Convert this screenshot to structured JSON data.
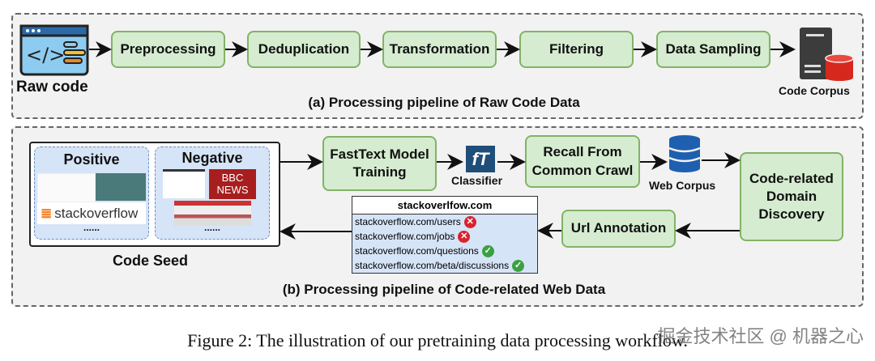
{
  "panel_a": {
    "caption": "(a) Processing pipeline of Raw Code Data",
    "source_label": "Raw code",
    "source_icon": "code-window-icon",
    "steps": [
      "Preprocessing",
      "Deduplication",
      "Transformation",
      "Filtering",
      "Data Sampling"
    ],
    "output_label": "Code Corpus",
    "output_icon": "server-database-icon"
  },
  "panel_b": {
    "caption": "(b) Processing pipeline of Code-related Web Data",
    "code_seed": {
      "label": "Code Seed",
      "positive": {
        "title": "Positive",
        "logo_text": "stackoverflow",
        "ellipsis": "......"
      },
      "negative": {
        "title": "Negative",
        "logo_text": "BBC NEWS",
        "ellipsis": "......"
      }
    },
    "fasttext": "FastText Model Training",
    "classifier": {
      "label": "Classifier",
      "icon": "fasttext-logo-icon"
    },
    "recall": "Recall From Common Crawl",
    "web_corpus": {
      "label": "Web Corpus",
      "icon": "database-icon"
    },
    "domain_discovery": "Code-related Domain Discovery",
    "url_annotation": "Url Annotation",
    "url_table": {
      "title": "stackoverlfow.com",
      "rows": [
        {
          "url": "stackoverflow.com/users",
          "status": "reject"
        },
        {
          "url": "stackoverflow.com/jobs",
          "status": "reject"
        },
        {
          "url": "stackoverflow.com/questions",
          "status": "accept"
        },
        {
          "url": "stackoverflow.com/beta/discussions",
          "status": "accept"
        }
      ]
    }
  },
  "figure_caption": "Figure 2: The illustration of our pretraining data processing workflow.",
  "watermark": "掘金技术社区 @ 机器之心",
  "colors": {
    "step_fill": "#d5ecd0",
    "step_border": "#82b366",
    "seed_fill": "#d6e4f7",
    "reject": "#d9232e",
    "accept": "#3aa140",
    "db_blue": "#1f5fb0",
    "db_red": "#d7281e"
  }
}
